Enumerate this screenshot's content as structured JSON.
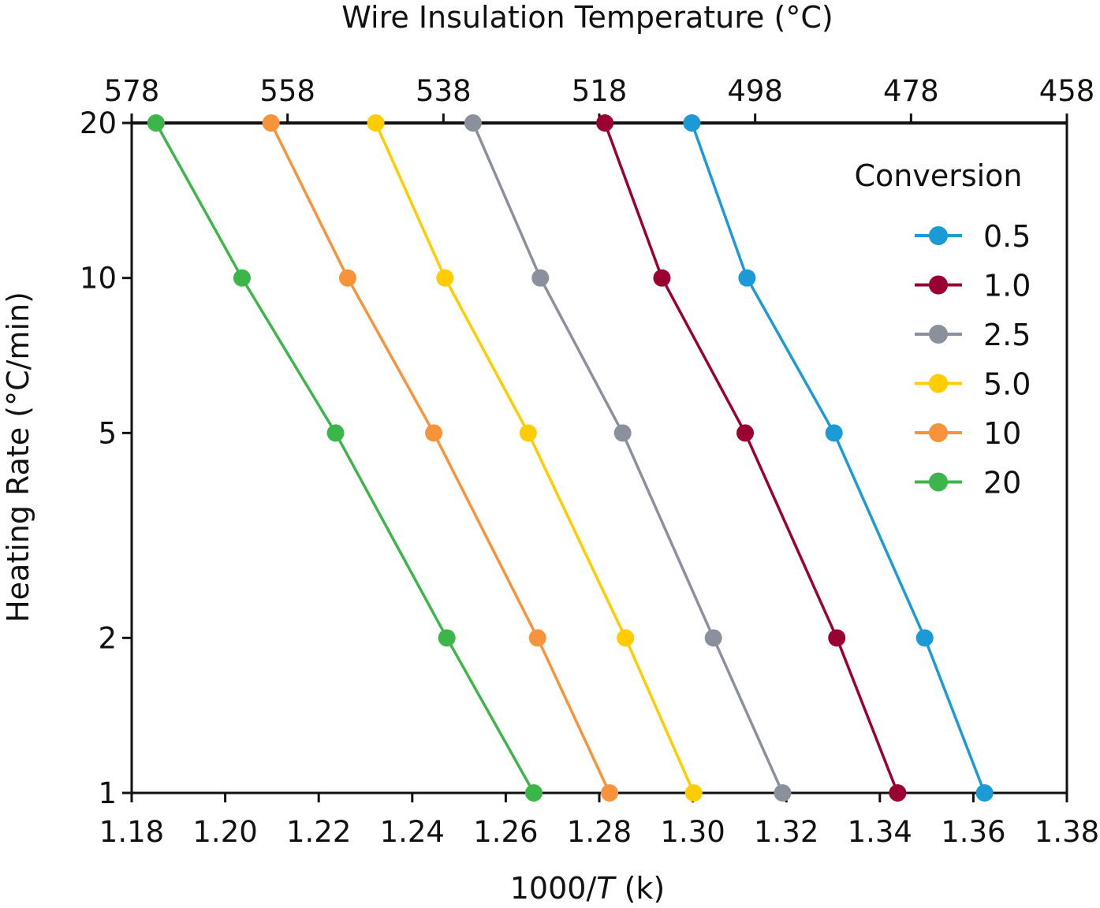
{
  "chart_data": {
    "type": "line",
    "top_axis_title": "Wire Insulation Temperature (°C)",
    "top_tick_labels": [
      "578",
      "558",
      "538",
      "518",
      "498",
      "478",
      "458"
    ],
    "xlabel_prefix": "1000/",
    "xlabel_var": "T",
    "xlabel_suffix": " (k)",
    "ylabel": "Heating Rate (°C/min)",
    "x_tick_labels": [
      "1.18",
      "1.20",
      "1.22",
      "1.24",
      "1.26",
      "1.28",
      "1.30",
      "1.32",
      "1.34",
      "1.36",
      "1.38"
    ],
    "xlim": [
      1.18,
      1.38
    ],
    "y_tick_labels": [
      "1",
      "2",
      "5",
      "10",
      "20"
    ],
    "y_ticks": [
      1,
      2,
      5,
      10,
      20
    ],
    "ylim": [
      1,
      20
    ],
    "y_scale": "log",
    "grid": false,
    "legend_title": "Conversion",
    "legend_position": "top-right",
    "heating_rates": [
      1,
      2,
      5,
      10,
      20
    ],
    "series": [
      {
        "name": "0.5",
        "color": "#1b9ad6",
        "x": [
          1.3624,
          1.3496,
          1.3302,
          1.3116,
          1.2998
        ],
        "y": [
          1,
          2,
          5,
          10,
          20
        ]
      },
      {
        "name": "1.0",
        "color": "#9b0033",
        "x": [
          1.3438,
          1.3308,
          1.3112,
          1.2934,
          1.2812
        ],
        "y": [
          1,
          2,
          5,
          10,
          20
        ]
      },
      {
        "name": "2.5",
        "color": "#8b919c",
        "x": [
          1.3192,
          1.3044,
          1.285,
          1.2674,
          1.253
        ],
        "y": [
          1,
          2,
          5,
          10,
          20
        ]
      },
      {
        "name": "5.0",
        "color": "#ffcc00",
        "x": [
          1.3002,
          1.2856,
          1.2648,
          1.247,
          1.2322
        ],
        "y": [
          1,
          2,
          5,
          10,
          20
        ]
      },
      {
        "name": "10",
        "color": "#f7933a",
        "x": [
          1.2822,
          1.2668,
          1.2446,
          1.2262,
          1.2098
        ],
        "y": [
          1,
          2,
          5,
          10,
          20
        ]
      },
      {
        "name": "20",
        "color": "#3cb54a",
        "x": [
          1.266,
          1.2474,
          1.2236,
          1.2036,
          1.1852
        ],
        "y": [
          1,
          2,
          5,
          10,
          20
        ]
      }
    ]
  }
}
